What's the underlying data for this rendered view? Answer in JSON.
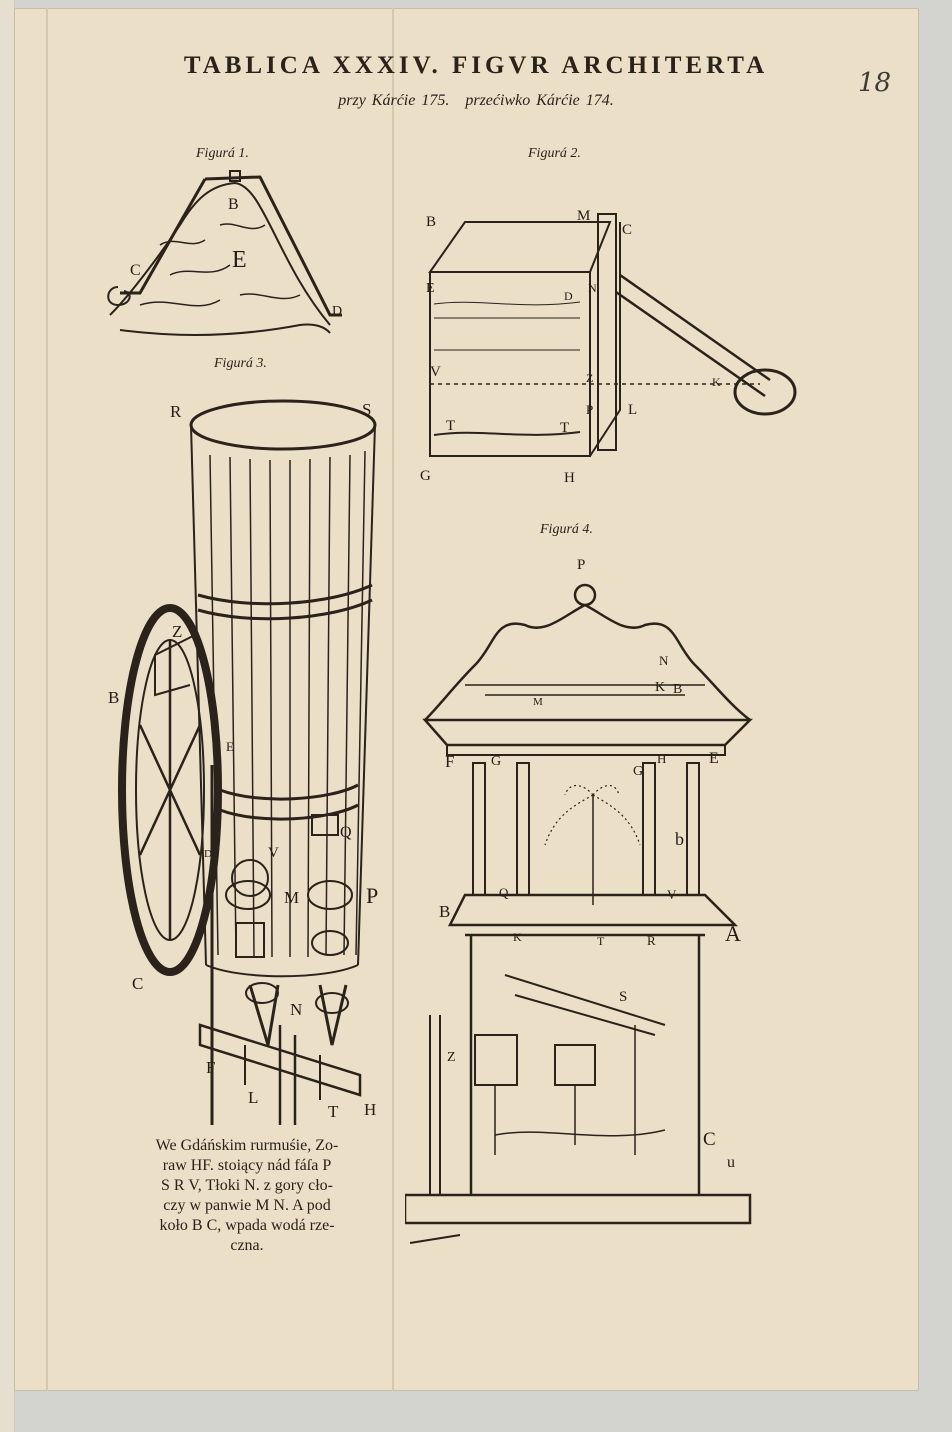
{
  "page": {
    "title": "TABLICA XXXIV. FIGVR ARCHITERTA",
    "subtitle_left": "przy Kárćie 175.",
    "subtitle_right": "przećiwko Kárćie 174.",
    "page_number": "18"
  },
  "figures": {
    "fig1": {
      "label": "Figurá 1.",
      "letters": [
        "B",
        "E",
        "C",
        "D"
      ]
    },
    "fig2": {
      "label": "Figurá 2.",
      "letters": [
        "B",
        "M",
        "C",
        "E",
        "D",
        "N",
        "V",
        "Z",
        "K",
        "T",
        "T",
        "P",
        "L",
        "G",
        "H"
      ]
    },
    "fig3": {
      "label": "Figurá 3.",
      "letters": [
        "R",
        "S",
        "Z",
        "B",
        "E",
        "D",
        "V",
        "Q",
        "M",
        "P",
        "C",
        "N",
        "F",
        "L",
        "T",
        "H"
      ]
    },
    "fig4": {
      "label": "Figurá 4.",
      "letters": [
        "P",
        "N",
        "K",
        "B",
        "M",
        "F",
        "G",
        "G",
        "H",
        "E",
        "b",
        "B",
        "Q",
        "V",
        "A",
        "K",
        "T",
        "R",
        "S",
        "Z",
        "C",
        "u"
      ]
    }
  },
  "caption": {
    "lines": [
      "We Gdáńskim rurmuśie, Zo-",
      "raw HF. stoiący nád fáſa P",
      "S R V, Tłoki N. z gory cło-",
      "czy w panwie M N. A pod",
      "koło B C, wpada wodá rze-",
      "czna."
    ]
  },
  "colors": {
    "paper": "#ebdfc8",
    "ink": "#2a221b",
    "background": "#d3d4d0"
  }
}
